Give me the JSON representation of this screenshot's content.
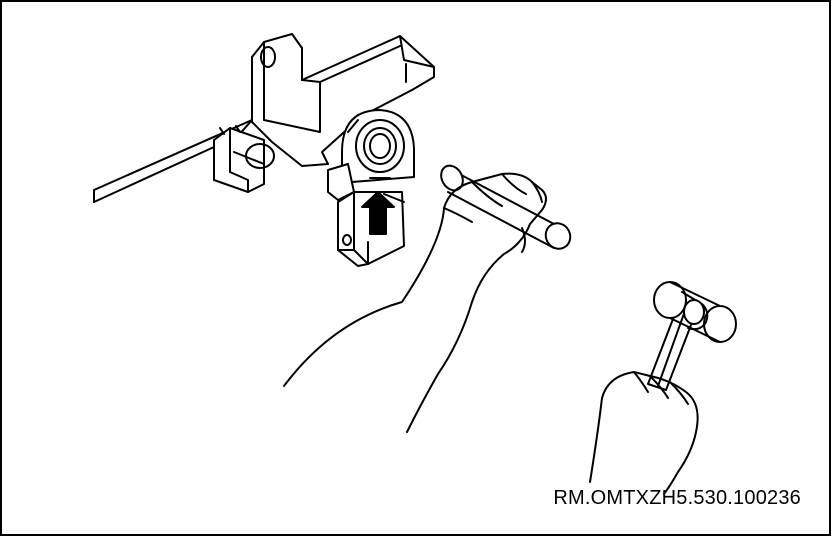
{
  "figure": {
    "reference_code": "RM.OMTXZH5.530.100236",
    "line_color": "#000000",
    "background_color": "#ffffff",
    "icons": [
      "frame-rail",
      "bushing-mount-bracket",
      "upward-arrow-icon",
      "drift-tool",
      "hand",
      "hammer"
    ]
  }
}
